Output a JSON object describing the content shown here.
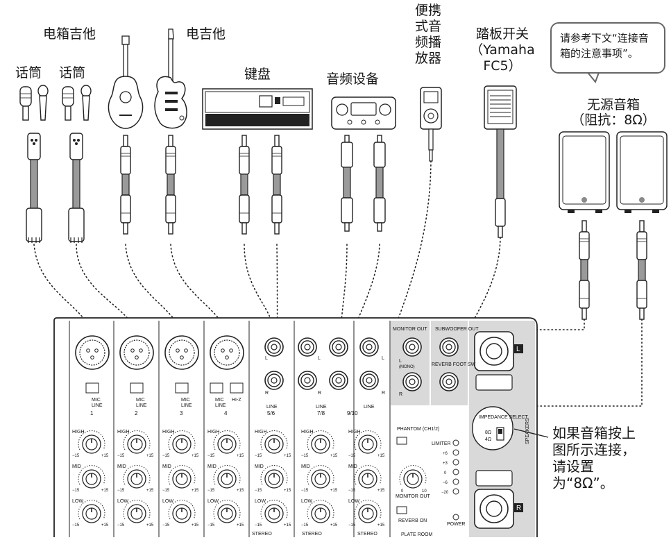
{
  "labels": {
    "mic1": "话筒",
    "mic2": "话筒",
    "acoustic_guitar": "电箱吉他",
    "electric_guitar": "电吉他",
    "keyboard": "键盘",
    "audio_device": "音频设备",
    "portable_player": "便携\n式音\n频播\n放器",
    "footswitch": "踏板开关\n（Yamaha\nFC5）",
    "passive_speakers": "无源音箱\n（阻抗：8Ω）"
  },
  "note": "请参考下文“连接音\n箱的注意事项”。",
  "impedance_instruction": "如果音箱按上\n图所示连接，\n请设置\n为“8Ω”。",
  "mixer": {
    "ch_switch_mic": "MIC",
    "ch_switch_line": "LINE",
    "hiz": "HI-Z",
    "channels": [
      "1",
      "2",
      "3",
      "4"
    ],
    "line_channels": [
      "5/6",
      "7/8",
      "9/10"
    ],
    "line_label": "LINE",
    "eq_bands": [
      "HIGH",
      "MID",
      "LOW"
    ],
    "eq_min": "−15",
    "eq_max": "+15",
    "lr": [
      "L",
      "R"
    ],
    "monitor_out": "MONITOR OUT",
    "mono": "(MONO)",
    "subwoofer_out": "SUBWOOFER\nOUT",
    "reverb_footsw": "REVERB FOOT\nSW",
    "phantom": "PHANTOM\n(CH1/2)",
    "limiter": "LIMITER",
    "meter_levels": [
      "+6",
      "+3",
      "0",
      "−6",
      "−20"
    ],
    "monitor_out_knob": "MONITOR OUT",
    "knob_min": "0",
    "knob_max": "10",
    "reverb_on": "REVERB ON",
    "power": "POWER",
    "impedance_select": "IMPEDANCE\nSELECT",
    "imp_8": "8Ω",
    "imp_4": "4Ω",
    "speakers_label": "SPEAKERS",
    "stereo": "STEREO",
    "plate_room": "PLATE  ROOM",
    "out_l": "L",
    "out_r": "R"
  },
  "colors": {
    "line": "#1a1a1a",
    "panel_gray": "#d9d9d9",
    "cable_gray": "#8a8a8a"
  }
}
